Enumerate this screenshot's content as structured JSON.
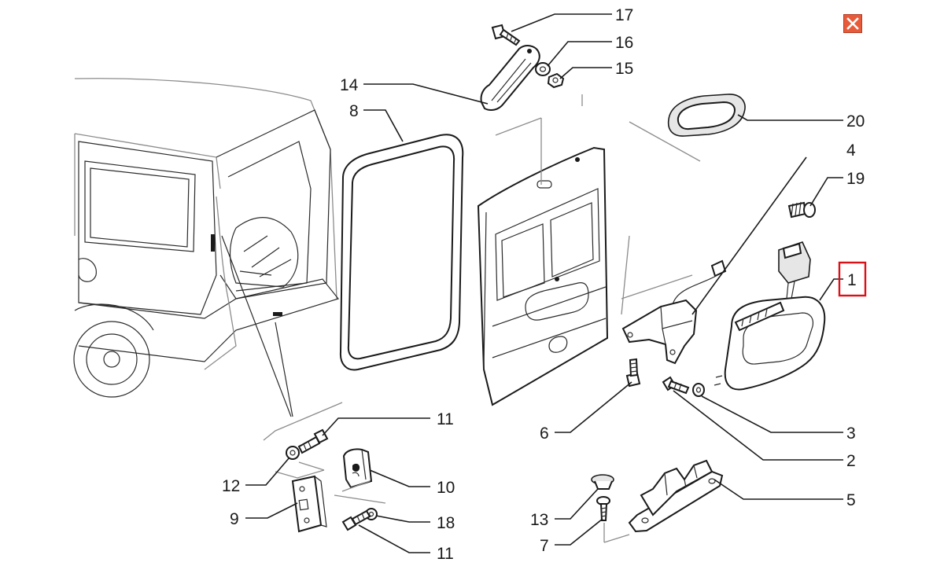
{
  "close_button": {
    "icon": "close-icon",
    "color": "#e85b3a"
  },
  "highlight_color": "#d9121a",
  "callouts": {
    "c1": "1",
    "c2": "2",
    "c3": "3",
    "c4": "4",
    "c5": "5",
    "c6": "6",
    "c7": "7",
    "c8": "8",
    "c9": "9",
    "c10": "10",
    "c11a": "11",
    "c11b": "11",
    "c12": "12",
    "c13": "13",
    "c14": "14",
    "c15": "15",
    "c16": "16",
    "c17": "17",
    "c18": "18",
    "c19": "19",
    "c20": "20"
  }
}
